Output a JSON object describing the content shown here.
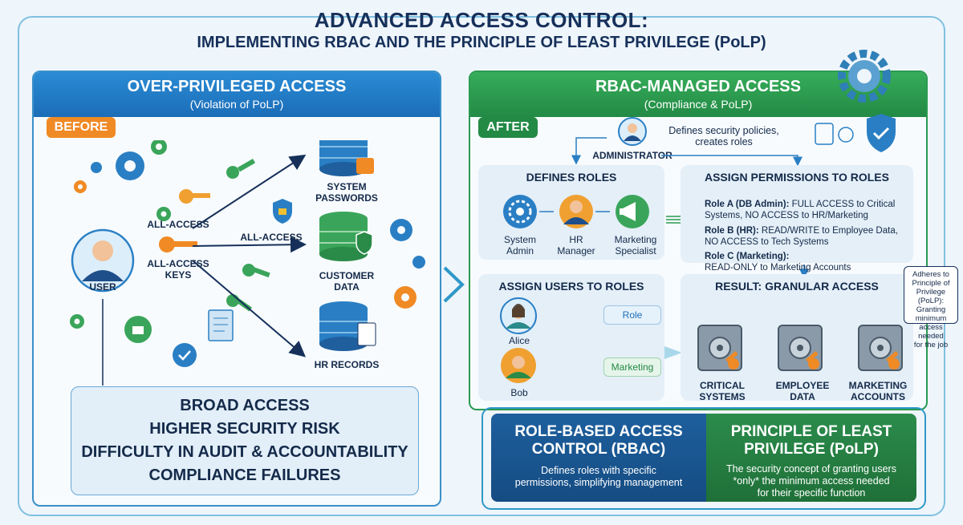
{
  "title": {
    "line1": "ADVANCED ACCESS CONTROL:",
    "line2": "IMPLEMENTING RBAC AND THE PRINCIPLE OF LEAST PRIVILEGE (PoLP)"
  },
  "left": {
    "heading": "OVER-PRIVILEGED ACCESS",
    "subheading": "(Violation of PoLP)",
    "badge": "BEFORE",
    "user": "USER",
    "key_labels": [
      "ALL-ACCESS",
      "ALL-ACCESS\nKEYS",
      "ALL-ACCESS"
    ],
    "resources": [
      "SYSTEM\nPASSWORDS",
      "CUSTOMER\nDATA",
      "HR RECORDS"
    ],
    "risks": [
      "BROAD ACCESS",
      "HIGHER SECURITY RISK",
      "DIFFICULTY IN AUDIT & ACCOUNTABILITY",
      "COMPLIANCE FAILURES"
    ]
  },
  "right": {
    "heading": "RBAC-MANAGED ACCESS",
    "subheading": "(Compliance & PoLP)",
    "badge": "AFTER",
    "admin": "ADMINISTRATOR",
    "admin_note": "Defines security policies,\ncreates roles",
    "defines_roles": {
      "title": "DEFINES ROLES",
      "roles": [
        "System\nAdmin",
        "HR\nManager",
        "Marketing\nSpecialist"
      ]
    },
    "assign_permissions": {
      "title": "ASSIGN PERMISSIONS TO ROLES",
      "items": [
        {
          "role": "Role A (DB Admin):",
          "text": " FULL ACCESS to Critical\nSystems, NO ACCESS to HR/Marketing"
        },
        {
          "role": "Role B (HR):",
          "text": " READ/WRITE to Employee Data,\nNO ACCESS to Tech Systems"
        },
        {
          "role": "Role C (Marketing):",
          "text": "\nREAD-ONLY to Marketing Accounts"
        }
      ]
    },
    "assign_users": {
      "title": "ASSIGN USERS TO ROLES",
      "users": [
        "Alice",
        "Bob"
      ],
      "roles": [
        "Role",
        "Marketing"
      ]
    },
    "result": {
      "title": "RESULT: GRANULAR ACCESS",
      "vaults": [
        "CRITICAL\nSYSTEMS",
        "EMPLOYEE\nDATA",
        "MARKETING\nACCOUNTS"
      ]
    },
    "callout": "Adheres to\nPrinciple of\nPrivilege (PoLP):\nGranting minimum\naccess needed\nfor the job"
  },
  "bottom": {
    "rbac_title": "ROLE-BASED ACCESS\nCONTROL (RBAC)",
    "rbac_desc": "Defines roles with specific\npermissions, simplifying management",
    "polp_title": "PRINCIPLE OF LEAST\nPRIVILEGE (PoLP)",
    "polp_desc": "The security concept of granting users\n*only* the minimum access needed\nfor their specific function"
  },
  "colors": {
    "blue": "#1c6db8",
    "green": "#228a45",
    "orange": "#f08a24",
    "navy": "#16305a",
    "teal": "#2f98c8"
  }
}
